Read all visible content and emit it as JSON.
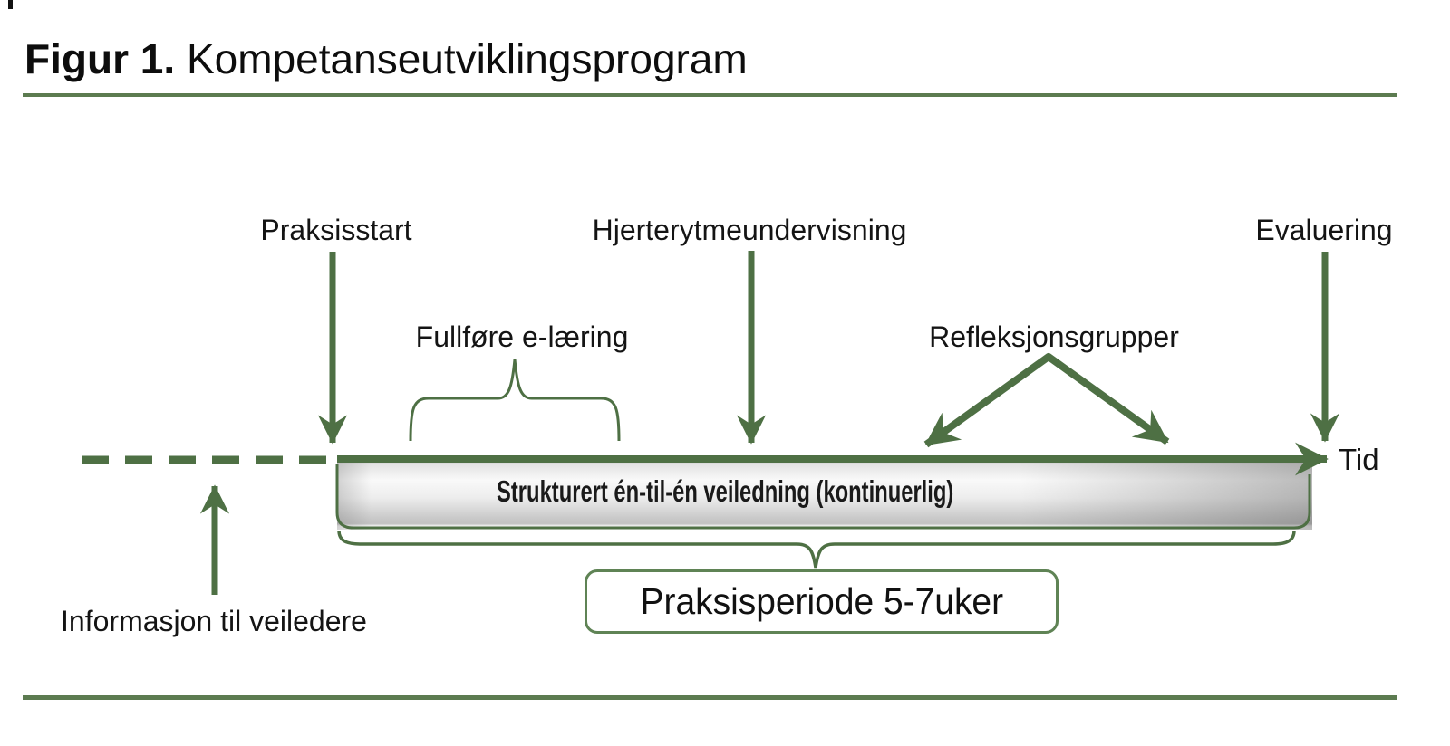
{
  "title": {
    "prefix": "Figur 1.",
    "text": "Kompetanseutviklingsprogram"
  },
  "milestones": {
    "start": "Praksisstart",
    "teaching": "Hjerterytmeundervisning",
    "evaluation": "Evaluering"
  },
  "activities": {
    "elearning": "Fullføre e-læring",
    "reflection": "Refleksjonsgrupper",
    "mentoring_bar": "Strukturert én-til-én veiledning (kontinuerlig)",
    "info": "Informasjon til veiledere",
    "period_box": "Praksisperiode 5-7uker"
  },
  "axis": {
    "label": "Tid"
  },
  "colors": {
    "accent_green": "#4e7044",
    "rule_green": "#5c7b50",
    "box_green": "#5f8355",
    "ink": "#161616"
  }
}
